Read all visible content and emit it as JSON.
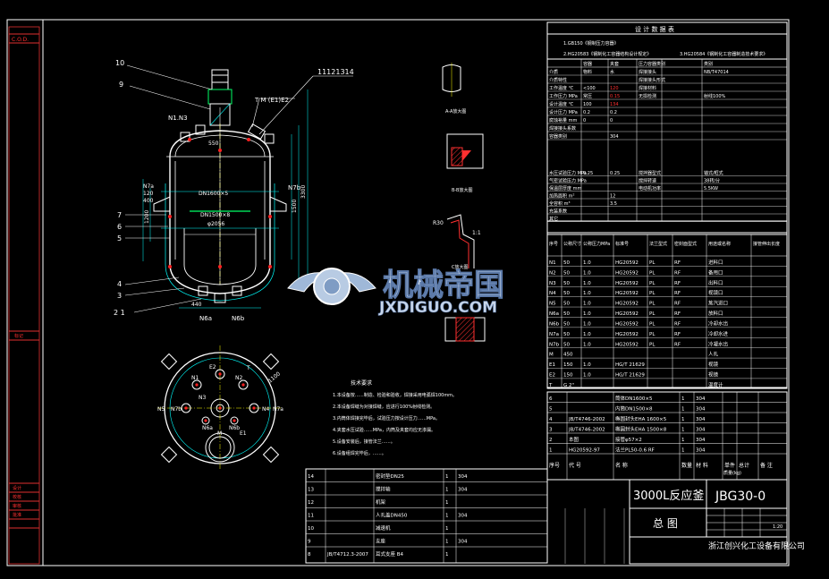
{
  "drawing": {
    "title_cn": "3000L反应釜",
    "drawing_no": "JBG30-0",
    "sheet_name": "总 图",
    "company": "浙江创兴化工设备有限公司",
    "scale": "1:20",
    "left_strip": [
      "C.O.D.",
      "标记",
      "设计",
      "校核",
      "审核",
      "批准"
    ]
  },
  "watermark": {
    "brand_cn": "机械帝国",
    "brand_en": "JXDIGUO.COM"
  },
  "callouts": {
    "left": [
      "10",
      "9",
      "7",
      "6",
      "5",
      "4",
      "3",
      "2 1"
    ],
    "top_right": "11121314",
    "tm_label": "T M (E1)E2",
    "n1n3": "N1.N3",
    "n7a": "N7a",
    "n7b": "N7b",
    "bottom": [
      "N6a",
      "N6b"
    ]
  },
  "dims": {
    "d550": "550",
    "dn1600": "DN1600×5",
    "dn1500": "DN1500×8",
    "d2056": "φ2056",
    "d3300": "3300",
    "d1500": "1500",
    "d1200": "1200",
    "d400": "400",
    "d440": "440",
    "d120": "120",
    "h1100": "1100"
  },
  "detail_labels": {
    "a": "A-A放大图",
    "b": "B-B放大图",
    "c": "C放大图",
    "r30": "R30",
    "ratio": "1:1"
  },
  "plan_labels": [
    "E2",
    "N1",
    "N2",
    "N3",
    "N4",
    "N5",
    "N6a",
    "N6b",
    "N7a",
    "N7b",
    "E1",
    "M",
    "T",
    "1100"
  ],
  "notes": {
    "title": "技术要求",
    "items": [
      "1.本设备按……制造、检验和验收，焊接采用电弧焊100mm。",
      "2.本设备焊缝为对接焊缝，应进行100%射线检测。",
      "3.内筒体焊接完毕后，试验压力按设计压力……MPa。",
      "4.夹套水压试验……MPa，内筒及夹套均应无渗漏。",
      "5.设备安装后，接管法兰……。",
      "6.设备组焊完毕后，……。"
    ]
  },
  "design_data": {
    "title": "设 计 数 据 表",
    "standards": [
      "1.GB150《钢制压力容器》",
      "2.HG20583《钢制化工容器结构设计规定》",
      "3.HG20584《钢制化工容器制造技术要求》"
    ],
    "headers": [
      "",
      "容器",
      "夹套",
      "压力容器类别",
      "",
      "类别"
    ],
    "rows": [
      [
        "介质",
        "物料",
        "水",
        "焊接接头",
        "",
        "NB/T47014"
      ],
      [
        "介质特性",
        "",
        "",
        "焊接接头形式",
        "",
        ""
      ],
      [
        "工作温度 ℃",
        "<100",
        "120",
        "焊接材料",
        "",
        ""
      ],
      [
        "工作压力 MPa",
        "常压",
        "0.15",
        "无损检测",
        "",
        "射线100%"
      ],
      [
        "设计温度 ℃",
        "100",
        "134",
        "",
        "",
        ""
      ],
      [
        "设计压力 MPa",
        "0.2",
        "0.2",
        "",
        "",
        ""
      ],
      [
        "腐蚀裕量 mm",
        "0",
        "0",
        "",
        "",
        ""
      ],
      [
        "焊接接头系数",
        "",
        "",
        "",
        "",
        ""
      ],
      [
        "容器类别",
        "",
        "304",
        "",
        "",
        ""
      ]
    ],
    "more": [
      [
        "水压试验压力 MPa",
        "0.25",
        "0.25",
        "搅拌器型式",
        "",
        "锚式/框式"
      ],
      [
        "气密试验压力 MPa",
        "",
        "",
        "搅拌转速",
        "",
        "38转/分"
      ],
      [
        "保温层厚度 mm",
        "",
        "",
        "电动机功率",
        "",
        "5.5KW"
      ],
      [
        "加热面积 m²",
        "",
        "12",
        "",
        "",
        ""
      ],
      [
        "全容积 m³",
        "",
        "3.5",
        "",
        "",
        ""
      ],
      [
        "充装系数",
        "",
        "",
        "",
        "",
        ""
      ],
      [
        "其它",
        "",
        "",
        "",
        "",
        ""
      ]
    ]
  },
  "nozzles": {
    "headers": [
      "序号",
      "公称尺寸",
      "公称压力MPa",
      "标准号",
      "法兰型式",
      "密封面型式",
      "用途或名称",
      "接管伸出长度"
    ],
    "rows": [
      [
        "N1",
        "50",
        "1.0",
        "HG20592",
        "PL",
        "RF",
        "进料口"
      ],
      [
        "N2",
        "50",
        "1.0",
        "HG20592",
        "PL",
        "RF",
        "备用口"
      ],
      [
        "N3",
        "50",
        "1.0",
        "HG20592",
        "PL",
        "RF",
        "出料口"
      ],
      [
        "N4",
        "50",
        "1.0",
        "HG20592",
        "PL",
        "RF",
        "视镜口"
      ],
      [
        "N5",
        "50",
        "1.0",
        "HG20592",
        "PL",
        "RF",
        "蒸汽进口"
      ],
      [
        "N6a",
        "50",
        "1.0",
        "HG20592",
        "PL",
        "RF",
        "放料口"
      ],
      [
        "N6b",
        "50",
        "1.0",
        "HG20592",
        "PL",
        "RF",
        "冷却水出"
      ],
      [
        "N7a",
        "50",
        "1.0",
        "HG20592",
        "PL",
        "RF",
        "冷却水进"
      ],
      [
        "N7b",
        "50",
        "1.0",
        "HG20592",
        "PL",
        "RF",
        "冷凝水出"
      ],
      [
        "M",
        "450",
        "",
        "",
        "",
        "",
        "人孔"
      ],
      [
        "E1",
        "150",
        "1.0",
        "HG/T 21629",
        "",
        "",
        "视镜"
      ],
      [
        "E2",
        "150",
        "1.0",
        "HG/T 21629",
        "",
        "",
        "视镜"
      ],
      [
        "T",
        "G 2\"",
        "",
        "",
        "",
        "",
        "温度计"
      ]
    ]
  },
  "parts_top": {
    "rows": [
      [
        "6",
        "",
        "筒体DN1600×5",
        "1",
        "304"
      ],
      [
        "5",
        "",
        "内筒DN1500×8",
        "1",
        "304"
      ],
      [
        "4",
        "JB/T4746-2002",
        "椭圆封头EHA 1600×5",
        "1",
        "304"
      ],
      [
        "3",
        "JB/T4746-2002",
        "椭圆封头EHA 1500×8",
        "1",
        "304"
      ],
      [
        "2",
        "本图",
        "接管φ57×2",
        "1",
        "304"
      ],
      [
        "1",
        "HG20592-97",
        "法兰PL50-0.6 RF",
        "1",
        "304"
      ]
    ],
    "footer": [
      "序号",
      "代 号",
      "名 称",
      "数量",
      "材 料",
      "单件",
      "总计",
      "备 注"
    ],
    "footer_extra": "质量(kg)"
  },
  "parts_bottom": {
    "rows": [
      [
        "14",
        "",
        "密封垫DN25",
        "1",
        "304"
      ],
      [
        "13",
        "",
        "搅拌轴",
        "1",
        "304"
      ],
      [
        "12",
        "",
        "机架",
        "1",
        ""
      ],
      [
        "11",
        "",
        "人孔盖DN450",
        "1",
        "304"
      ],
      [
        "10",
        "",
        "减速机",
        "1",
        ""
      ],
      [
        "9",
        "",
        "支座",
        "1",
        "304"
      ],
      [
        "8",
        "JB/T4712.3-2007",
        "耳式支座 B4",
        "1",
        ""
      ]
    ]
  }
}
